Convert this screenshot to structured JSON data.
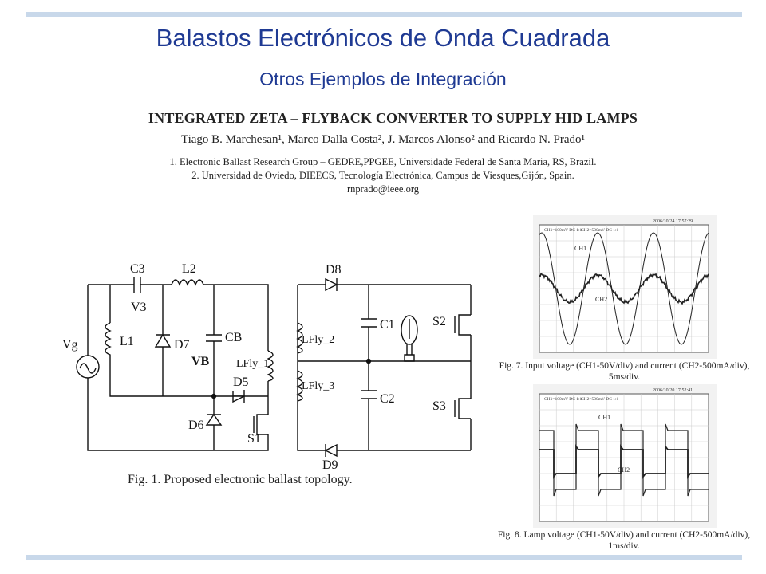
{
  "slide": {
    "title": "Balastos Electrónicos de Onda Cuadrada",
    "subtitle": "Otros Ejemplos de Integración"
  },
  "paper": {
    "title": "INTEGRATED ZETA – FLYBACK CONVERTER TO SUPPLY HID LAMPS",
    "authors": "Tiago B. Marchesan¹, Marco Dalla Costa², J. Marcos Alonso² and Ricardo N. Prado¹",
    "affiliation_1": "1. Electronic Ballast Research Group – GEDRE,PPGEE, Universidade Federal de Santa Maria, RS, Brazil.",
    "affiliation_2": "2. Universidad de Oviedo, DIEECS, Tecnología Electrónica, Campus de Viesques,Gijón, Spain.",
    "email": "rnprado@ieee.org"
  },
  "figures": {
    "fig1": {
      "caption": "Fig. 1. Proposed electronic ballast topology.",
      "labels": {
        "c3": "C3",
        "v3": "V3",
        "l2": "L2",
        "l1": "L1",
        "vg": "Vg",
        "d7": "D7",
        "cb": "CB",
        "vb": "VB",
        "lfly1": "LFly_1",
        "d5": "D5",
        "d6": "D6",
        "s1": "S1",
        "d8": "D8",
        "d9": "D9",
        "lfly2": "LFly_2",
        "lfly3": "LFly_3",
        "c1": "C1",
        "c2": "C2",
        "s2": "S2",
        "s3": "S3"
      }
    },
    "fig7": {
      "caption": "Fig. 7. Input voltage (CH1-50V/div) and current (CH2-500mA/div), 5ms/div.",
      "screen": {
        "timestamp": "2006/10/24 17:57:29",
        "ch1_info": "CH1=100mV DC 1:1",
        "ch2_info": "CH2=500mV DC 1:1",
        "trace1": "CH1",
        "trace2": "CH2"
      }
    },
    "fig8": {
      "caption": "Fig. 8. Lamp voltage (CH1-50V/div) and current (CH2-500mA/div), 1ms/div.",
      "screen": {
        "timestamp": "2006/10/20 17:52:41",
        "ch1_info": "CH1=100mV DC 1:1",
        "ch2_info": "CH2=500mV DC 1:1",
        "trace1": "CH1",
        "trace2": "CH2"
      }
    }
  }
}
